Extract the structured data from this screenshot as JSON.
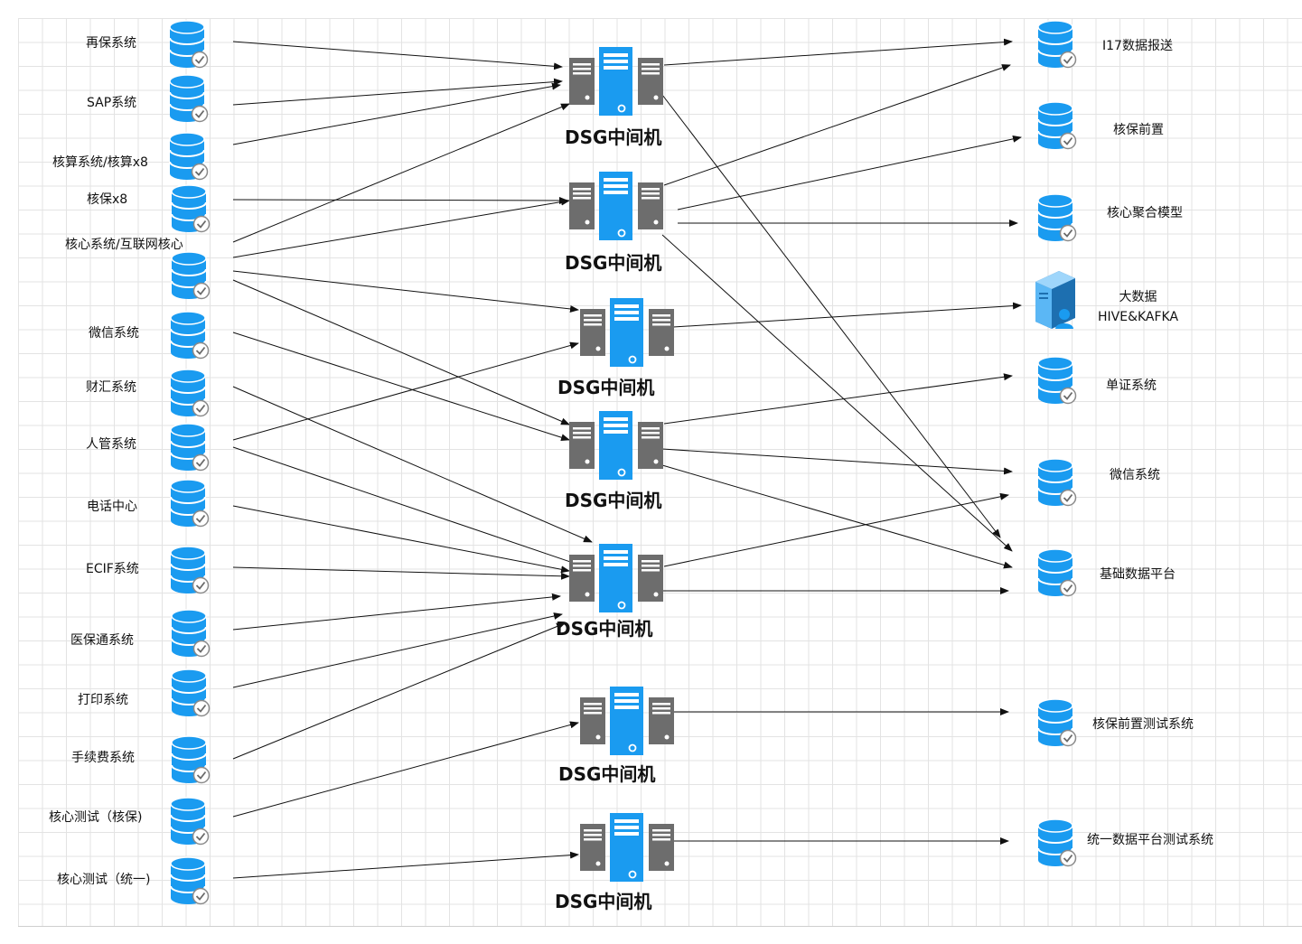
{
  "colors": {
    "accent": "#1a9bf0",
    "server_gray": "#6d6d6d",
    "edge": "#111111"
  },
  "sources": [
    {
      "id": "s1",
      "label": "再保系统"
    },
    {
      "id": "s2",
      "label": "SAP系统"
    },
    {
      "id": "s3",
      "label": "核算系统/核算x8"
    },
    {
      "id": "s4",
      "label": "核保x8"
    },
    {
      "id": "s5",
      "label": "核心系统/互联网核心"
    },
    {
      "id": "s6",
      "label": "微信系统"
    },
    {
      "id": "s7",
      "label": "财汇系统"
    },
    {
      "id": "s8",
      "label": "人管系统"
    },
    {
      "id": "s9",
      "label": "电话中心"
    },
    {
      "id": "s10",
      "label": "ECIF系统"
    },
    {
      "id": "s11",
      "label": "医保通系统"
    },
    {
      "id": "s12",
      "label": "打印系统"
    },
    {
      "id": "s13",
      "label": "手续费系统"
    },
    {
      "id": "s14",
      "label": "核心测试（核保)"
    },
    {
      "id": "s15",
      "label": "核心测试（统一)"
    }
  ],
  "middlewares": [
    {
      "id": "m1",
      "label": "DSG中间机"
    },
    {
      "id": "m2",
      "label": "DSG中间机"
    },
    {
      "id": "m3",
      "label": "DSG中间机"
    },
    {
      "id": "m4",
      "label": "DSG中间机"
    },
    {
      "id": "m5",
      "label": "DSG中间机"
    },
    {
      "id": "m6",
      "label": "DSG中间机"
    },
    {
      "id": "m7",
      "label": "DSG中间机"
    }
  ],
  "targets": [
    {
      "id": "t1",
      "label": "I17数据报送"
    },
    {
      "id": "t2",
      "label": "核保前置"
    },
    {
      "id": "t3",
      "label": "核心聚合模型"
    },
    {
      "id": "t4",
      "label": "大数据\nHIVE&KAFKA",
      "icon": "server-user-icon"
    },
    {
      "id": "t5",
      "label": "单证系统"
    },
    {
      "id": "t6",
      "label": "微信系统"
    },
    {
      "id": "t7",
      "label": "基础数据平台"
    },
    {
      "id": "t8",
      "label": "核保前置测试系统"
    },
    {
      "id": "t9",
      "label": "统一数据平台测试系统"
    }
  ],
  "edges": [
    [
      "s1",
      "m1"
    ],
    [
      "s2",
      "m1"
    ],
    [
      "s3",
      "m1"
    ],
    [
      "s5",
      "m1"
    ],
    [
      "s4",
      "m2"
    ],
    [
      "s5",
      "m2"
    ],
    [
      "s5",
      "m3"
    ],
    [
      "s8",
      "m3"
    ],
    [
      "s5",
      "m4"
    ],
    [
      "s6",
      "m4"
    ],
    [
      "s7",
      "m5"
    ],
    [
      "s8",
      "m5"
    ],
    [
      "s9",
      "m5"
    ],
    [
      "s10",
      "m5"
    ],
    [
      "s11",
      "m5"
    ],
    [
      "s12",
      "m5"
    ],
    [
      "s13",
      "m5"
    ],
    [
      "s14",
      "m6"
    ],
    [
      "s15",
      "m7"
    ],
    [
      "m1",
      "t1"
    ],
    [
      "m1",
      "t7"
    ],
    [
      "m2",
      "t1"
    ],
    [
      "m2",
      "t2"
    ],
    [
      "m2",
      "t3"
    ],
    [
      "m2",
      "t7"
    ],
    [
      "m3",
      "t4"
    ],
    [
      "m4",
      "t5"
    ],
    [
      "m4",
      "t6"
    ],
    [
      "m4",
      "t7"
    ],
    [
      "m5",
      "t6"
    ],
    [
      "m5",
      "t7"
    ],
    [
      "m6",
      "t8"
    ],
    [
      "m7",
      "t9"
    ]
  ]
}
